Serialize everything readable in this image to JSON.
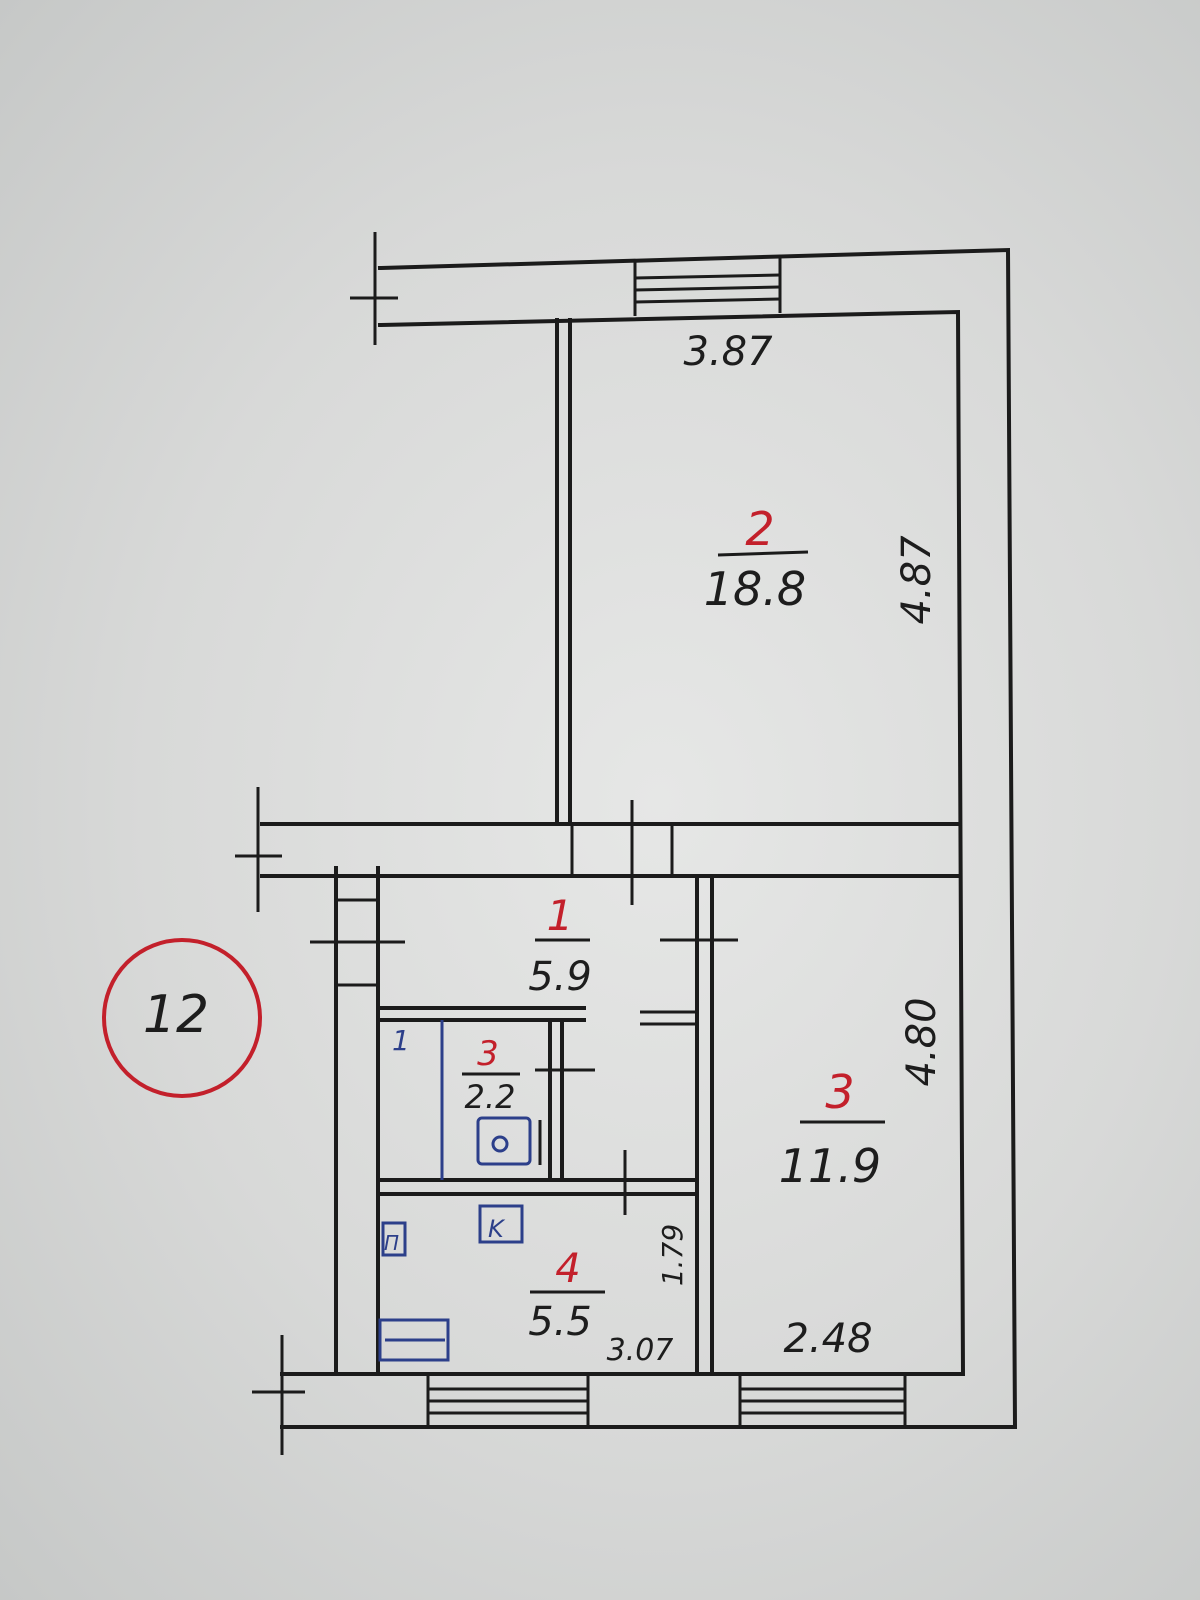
{
  "plan_number": "12",
  "rooms": [
    {
      "key": "corridor",
      "number": "1",
      "area": "5.9"
    },
    {
      "key": "bedroom",
      "number": "2",
      "area": "18.8"
    },
    {
      "key": "living",
      "number": "3",
      "area": "11.9"
    },
    {
      "key": "bathroom",
      "number": "3",
      "area": "2.2"
    },
    {
      "key": "kitchen",
      "number": "4",
      "area": "5.5"
    }
  ],
  "dimensions": {
    "top_width": "3.87",
    "bedroom_length": "4.87",
    "living_length": "4.80",
    "living_width": "2.48",
    "kitchen_width": "3.07",
    "kitchen_depth": "1.79"
  },
  "fixture_labels": {
    "bath_mark": "1",
    "stove_mark": "K",
    "sink_mark": "П"
  },
  "colors": {
    "ink": "#1b1b1b",
    "room_number": "#c3202b",
    "stamp": "#c3202b",
    "fixtures": "#2c3f8a"
  }
}
